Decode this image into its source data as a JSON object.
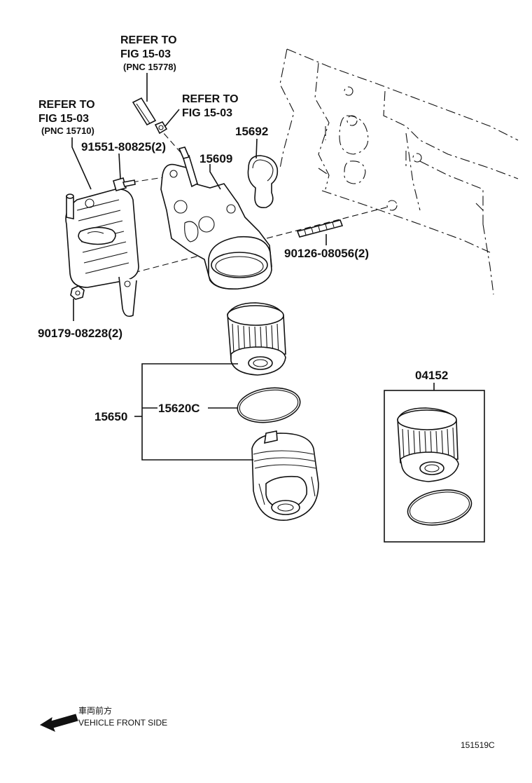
{
  "diagram": {
    "labels": {
      "ref_15778_line1": "REFER TO",
      "ref_15778_line2": "FIG 15-03",
      "ref_15778_line3": "(PNC 15778)",
      "ref_a_line1": "REFER TO",
      "ref_a_line2": "FIG 15-03",
      "ref_15710_line1": "REFER TO",
      "ref_15710_line2": "FIG 15-03",
      "ref_15710_line3": "(PNC 15710)",
      "part_15692": "15692",
      "part_15609": "15609",
      "part_91551": "91551-80825(2)",
      "part_90126": "90126-08056(2)",
      "part_90179": "90179-08228(2)",
      "part_04152": "04152",
      "part_15650": "15650",
      "part_15620C": "15620C"
    },
    "footer": {
      "jp_label": "車両前方",
      "en_label": "VEHICLE FRONT SIDE",
      "figure_code": "151519C"
    }
  }
}
